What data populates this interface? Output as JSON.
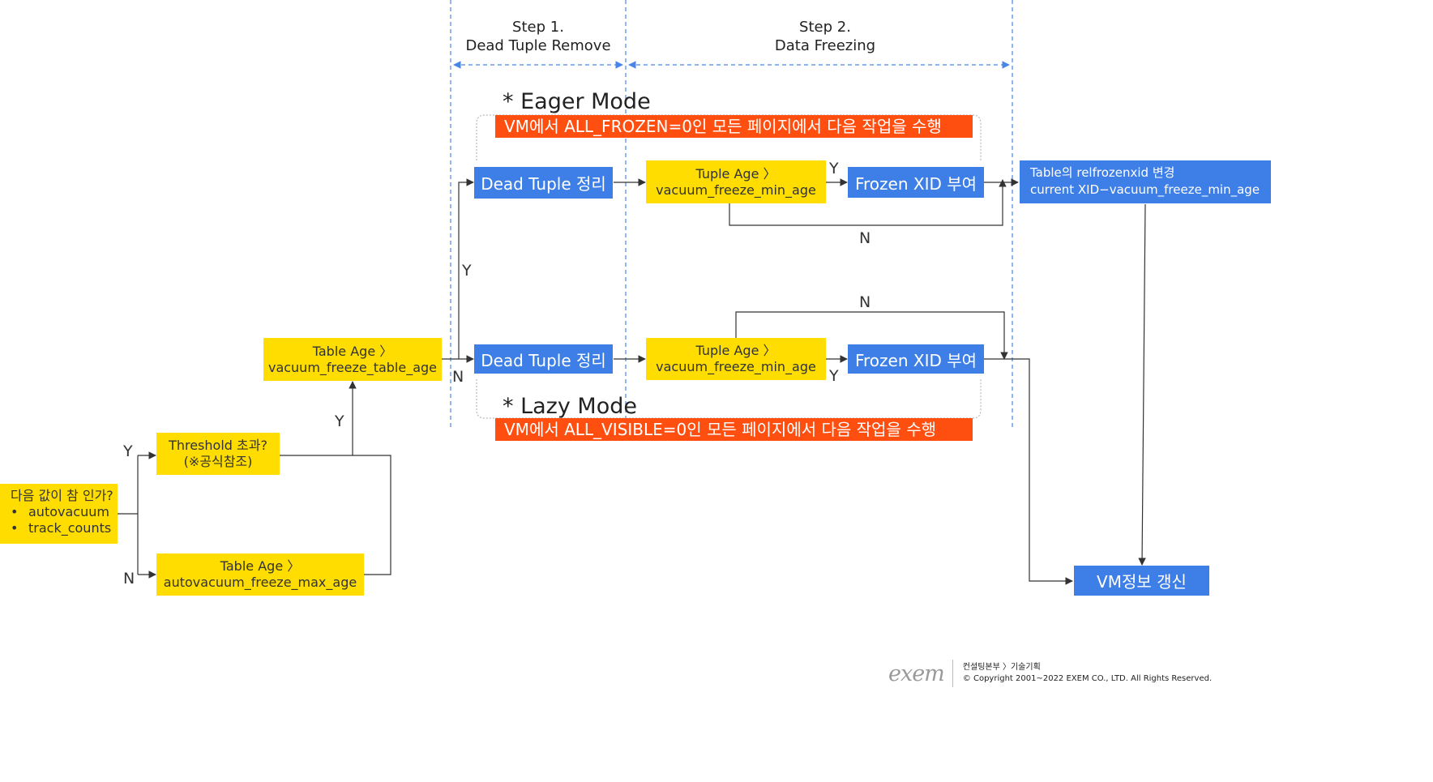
{
  "steps": {
    "step1": {
      "line1": "Step 1.",
      "line2": "Dead Tuple Remove"
    },
    "step2": {
      "line1": "Step 2.",
      "line2": "Data Freezing"
    }
  },
  "eager": {
    "title": "* Eager Mode",
    "banner": "VM에서 ALL_FROZEN=0인 모든 페이지에서 다음 작업을 수행",
    "dead_tuple": "Dead Tuple 정리",
    "tuple_age_line1": "Tuple Age 〉",
    "tuple_age_line2": "vacuum_freeze_min_age",
    "frozen_xid": "Frozen XID 부여",
    "label_y": "Y",
    "label_n": "N"
  },
  "lazy": {
    "title": "* Lazy Mode",
    "banner": "VM에서 ALL_VISIBLE=0인 모든 페이지에서 다음 작업을 수행",
    "dead_tuple": "Dead Tuple 정리",
    "tuple_age_line1": "Tuple Age 〉",
    "tuple_age_line2": "vacuum_freeze_min_age",
    "frozen_xid": "Frozen XID 부여",
    "label_y": "Y",
    "label_n": "N"
  },
  "start": {
    "question": "다음 값이 참 인가?",
    "items": [
      "autovacuum",
      "track_counts"
    ]
  },
  "threshold": {
    "line1": "Threshold 초과?",
    "line2": "(※공식참조)"
  },
  "max_age": {
    "line1": "Table Age 〉",
    "line2": "autovacuum_freeze_max_age"
  },
  "table_age": {
    "line1": "Table Age 〉",
    "line2": "vacuum_freeze_table_age"
  },
  "branch_labels": {
    "start_y": "Y",
    "start_n": "N",
    "max_to_table": "Y",
    "table_y": "Y",
    "table_n": "N"
  },
  "result": {
    "line1": "Table의 relfrozenxid 변경",
    "line2": "current XID−vacuum_freeze_min_age"
  },
  "vm_update": "VM정보 갱신",
  "footer": {
    "logo": "exem",
    "line1": "컨설팅본부 〉기술기획",
    "line2": "© Copyright 2001~2022   EXEM CO., LTD. All Rights Reserved."
  },
  "colors": {
    "yellow": "#ffdd00",
    "blue": "#3d7fe6",
    "orange": "#ff4f10",
    "dashed_line": "#4a86e8",
    "arrow": "#333333"
  }
}
